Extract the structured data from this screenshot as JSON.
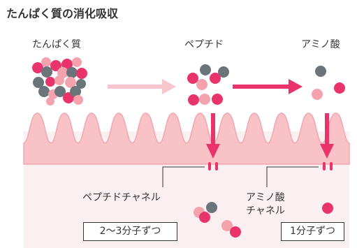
{
  "title": "たんぱく質の消化吸収",
  "stages": {
    "protein": "たんぱく質",
    "peptide": "ペプチド",
    "amino_acid": "アミノ酸"
  },
  "channels": {
    "peptide_channel": "ペプチドチャネル",
    "amino_channel_line1": "アミノ酸",
    "amino_channel_line2": "チャネル"
  },
  "boxes": {
    "peptide_box": "2～3分子ずつ",
    "amino_box": "1分子ずつ"
  },
  "colors": {
    "pink": "#e8336b",
    "light_pink": "#f4a3ae",
    "gray": "#6b7479",
    "villi_fill": "#f9c2c6",
    "villi_line": "#f0a7ae",
    "mucosa_bg": "#fbf0f1",
    "arrow_light": "#f7c6cc",
    "arrow_dark": "#e8336b"
  }
}
